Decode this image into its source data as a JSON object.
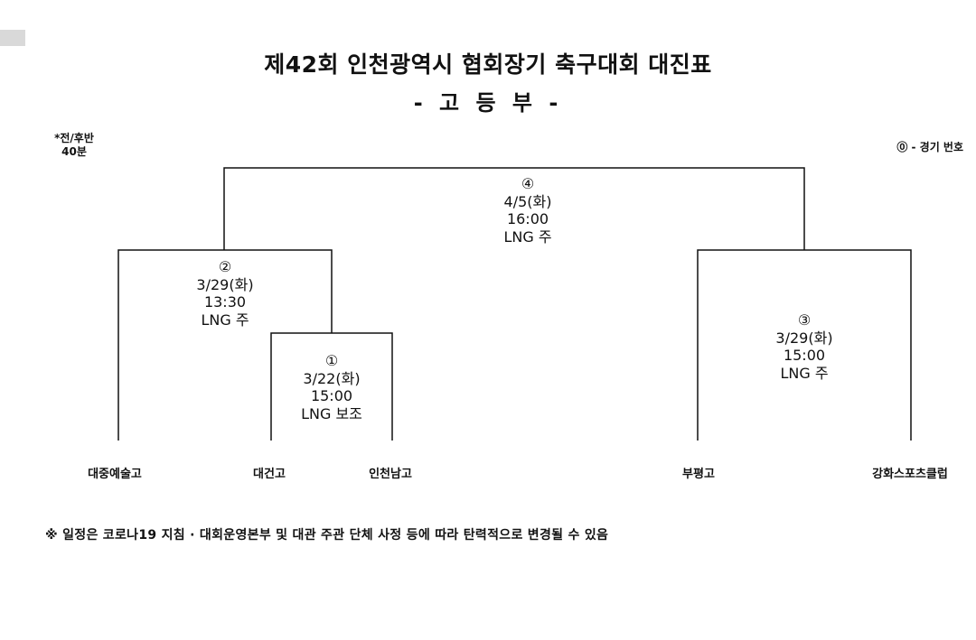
{
  "header": {
    "title": "제42회 인천광역시 협회장기 축구대회 대진표",
    "subtitle": "- 고 등 부 -"
  },
  "notes": {
    "duration_line1": "*전/후반",
    "duration_line2": "40분",
    "legend": "⓪ - 경기 번호"
  },
  "matches": [
    {
      "no": "①",
      "date": "3/22(화)",
      "time": "15:00",
      "venue": "LNG 보조"
    },
    {
      "no": "②",
      "date": "3/29(화)",
      "time": "13:30",
      "venue": "LNG 주"
    },
    {
      "no": "③",
      "date": "3/29(화)",
      "time": "15:00",
      "venue": "LNG 주"
    },
    {
      "no": "④",
      "date": "4/5(화)",
      "time": "16:00",
      "venue": "LNG 주"
    }
  ],
  "teams": [
    "대중예술고",
    "대건고",
    "인천남고",
    "부평고",
    "강화스포츠클럽"
  ],
  "footnote": "※ 일정은 코로나19 지침 · 대회운영본부 및 대관 주관 단체 사정 등에 따라 탄력적으로 변경될 수 있음"
}
